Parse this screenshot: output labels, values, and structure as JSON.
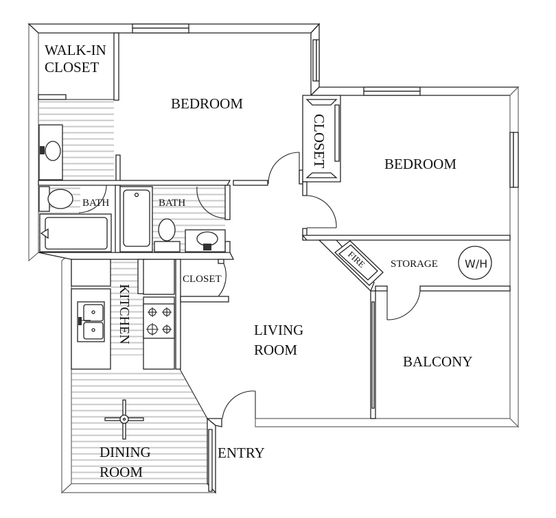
{
  "floor_plan": {
    "title": "",
    "rooms": [
      {
        "id": "walk_in_closet",
        "lines": [
          "WALK-IN",
          "CLOSET"
        ]
      },
      {
        "id": "bedroom_1",
        "lines": [
          "BEDROOM"
        ]
      },
      {
        "id": "closet_bedroom_2",
        "lines": [
          "CLOSET"
        ],
        "orientation": "vertical"
      },
      {
        "id": "bedroom_2",
        "lines": [
          "BEDROOM"
        ]
      },
      {
        "id": "bath_1",
        "lines": [
          "BATH"
        ]
      },
      {
        "id": "bath_2",
        "lines": [
          "BATH"
        ]
      },
      {
        "id": "closet_hall",
        "lines": [
          "CLOSET"
        ]
      },
      {
        "id": "kitchen",
        "lines": [
          "KITCHEN"
        ],
        "orientation": "vertical"
      },
      {
        "id": "fireplace",
        "lines": [
          "FIRE"
        ],
        "orientation": "diagonal"
      },
      {
        "id": "storage",
        "lines": [
          "STORAGE"
        ]
      },
      {
        "id": "water_heater",
        "lines": [
          "W/H"
        ]
      },
      {
        "id": "living_room",
        "lines": [
          "LIVING",
          "ROOM"
        ]
      },
      {
        "id": "balcony",
        "lines": [
          "BALCONY"
        ]
      },
      {
        "id": "dining_room",
        "lines": [
          "DINING",
          "ROOM"
        ]
      },
      {
        "id": "entry",
        "lines": [
          "ENTRY"
        ]
      }
    ],
    "fixtures": [
      "sink-icon",
      "toilet-icon",
      "bathtub-icon",
      "stove-icon",
      "ceiling-fan-icon",
      "water-heater-icon"
    ],
    "colors": {
      "wall_stroke": "#222222",
      "floor_hatch": "#c8c8c8",
      "background": "#ffffff"
    }
  },
  "labels": {
    "walk_in_1": "WALK-IN",
    "walk_in_2": "CLOSET",
    "bedroom_1": "BEDROOM",
    "closet_v": "CLOSET",
    "bedroom_2": "BEDROOM",
    "bath_1": "BATH",
    "bath_2": "BATH",
    "closet_hall": "CLOSET",
    "kitchen": "KITCHEN",
    "fire": "FIRE",
    "storage": "STORAGE",
    "wh": "W/H",
    "living_1": "LIVING",
    "living_2": "ROOM",
    "balcony": "BALCONY",
    "dining_1": "DINING",
    "dining_2": "ROOM",
    "entry": "ENTRY"
  }
}
